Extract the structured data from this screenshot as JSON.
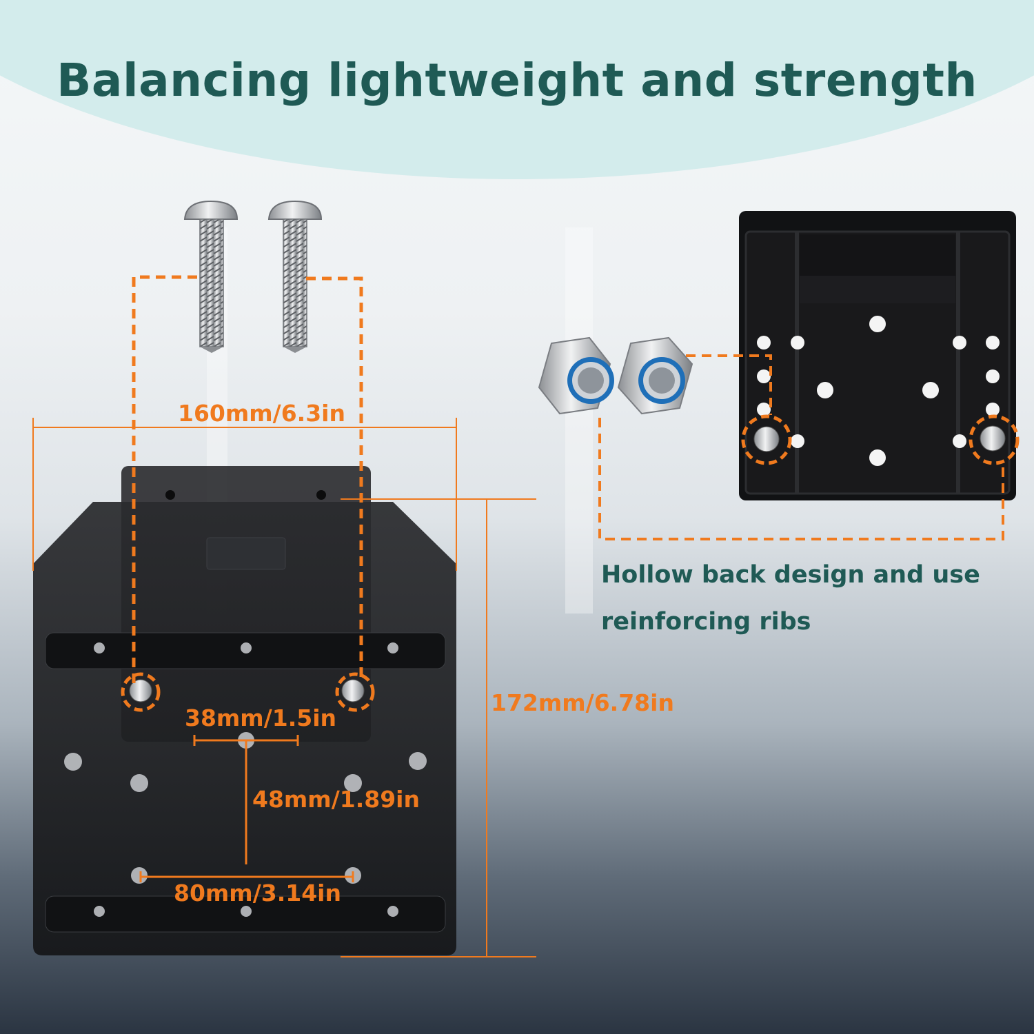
{
  "headline": "Balancing lightweight and strength",
  "dimensions": {
    "overall_width": "160mm/6.3in",
    "overall_height": "172mm/6.78in",
    "top_hole_spacing": "38mm/1.5in",
    "vertical_hole_spacing": "48mm/1.89in",
    "bottom_hole_spacing": "80mm/3.14in"
  },
  "callout": {
    "line1": "Hollow back design and use",
    "line2": "reinforcing ribs"
  },
  "colors": {
    "headline": "#1f5a55",
    "callout_text": "#1f5a55",
    "dimension_orange": "#f07a1e",
    "banner": "#d3ecec",
    "plate": "#1c1c1e"
  },
  "icons": [
    "screw-icon",
    "lock-nut-icon"
  ]
}
